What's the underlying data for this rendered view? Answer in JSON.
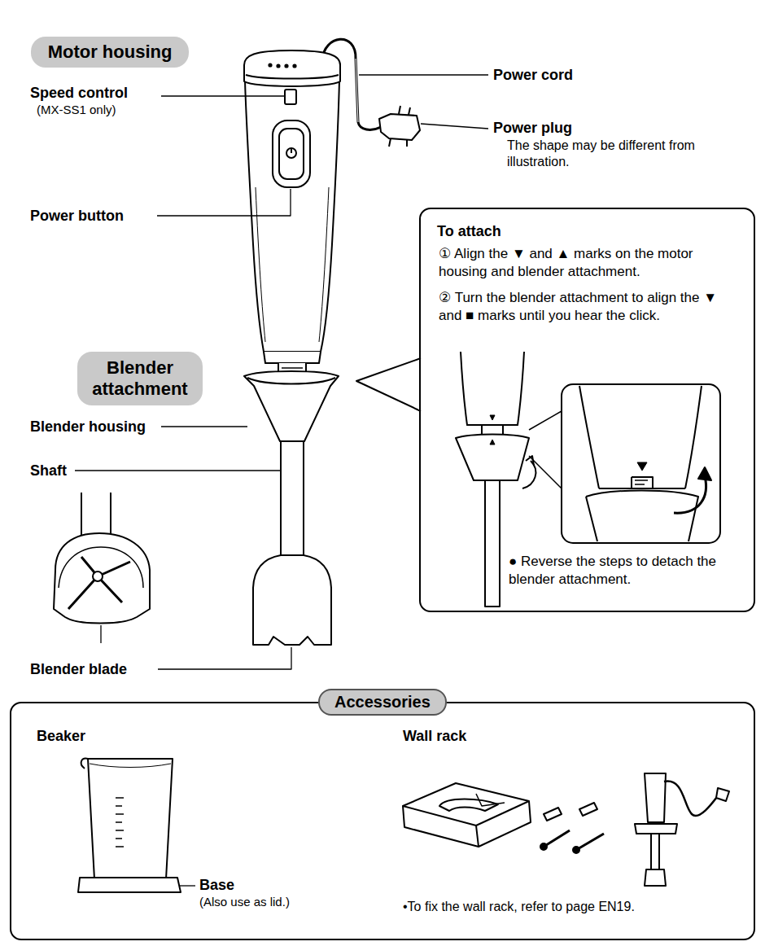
{
  "diagram": {
    "nodes": [
      {
        "text": [
          "Motor housing"
        ]
      },
      {
        "text": [
          "Blender attachment"
        ]
      },
      {
        "text": [
          "To attach",
          "① Align the ▼ and ▲ marks on the motor housing and blender attachment.",
          "② Turn the blender attachment to align the ▼ and ■ marks until you hear the click.",
          "● Reverse the steps to detach the blender attachment."
        ]
      },
      {
        "text": [
          "Accessories"
        ]
      }
    ],
    "labels": [
      "Speed control",
      "(MX-SS1 only)",
      "Power button",
      "Blender housing",
      "Shaft",
      "Blender blade",
      "Power cord",
      "Power plug",
      "The shape may be different from illustration.",
      "Beaker",
      "Wall rack",
      "Base",
      "(Also use as lid.)",
      "•To fix the wall rack, refer to page EN19."
    ]
  }
}
